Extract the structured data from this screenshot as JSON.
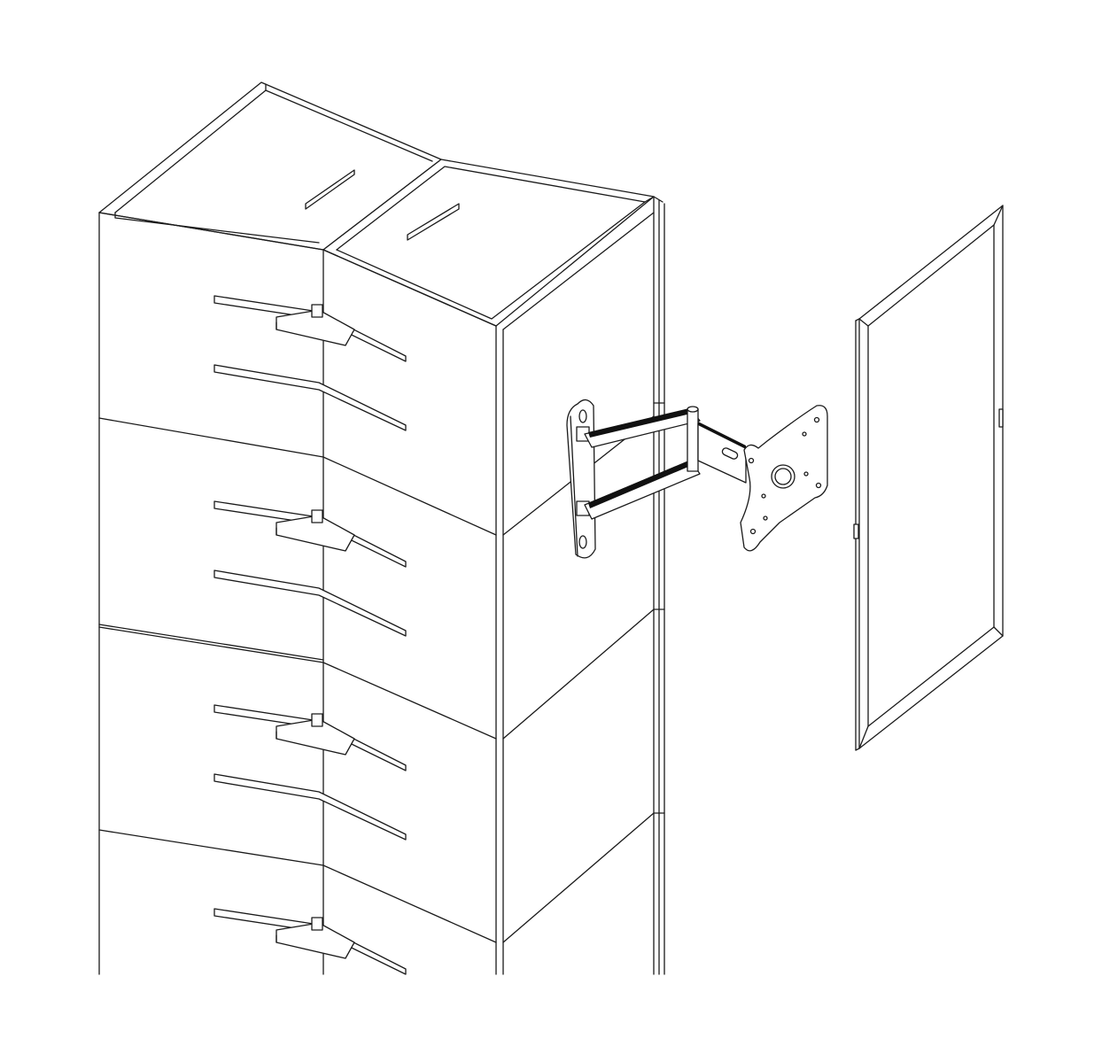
{
  "diagram": {
    "kind": "isometric line drawing, exploded assembly",
    "components": [
      {
        "id": "corner-column",
        "icon": "corner-column-icon"
      },
      {
        "id": "wall-bracket",
        "icon": "wall-bracket-icon"
      },
      {
        "id": "swing-arm",
        "icon": "swing-arm-icon"
      },
      {
        "id": "mounting-plate",
        "icon": "mounting-plate-icon"
      },
      {
        "id": "display-panel",
        "icon": "display-panel-icon"
      }
    ],
    "colors": {
      "line": "#1a1a1a",
      "fill": "#ffffff",
      "arm-accent": "#111111"
    }
  }
}
